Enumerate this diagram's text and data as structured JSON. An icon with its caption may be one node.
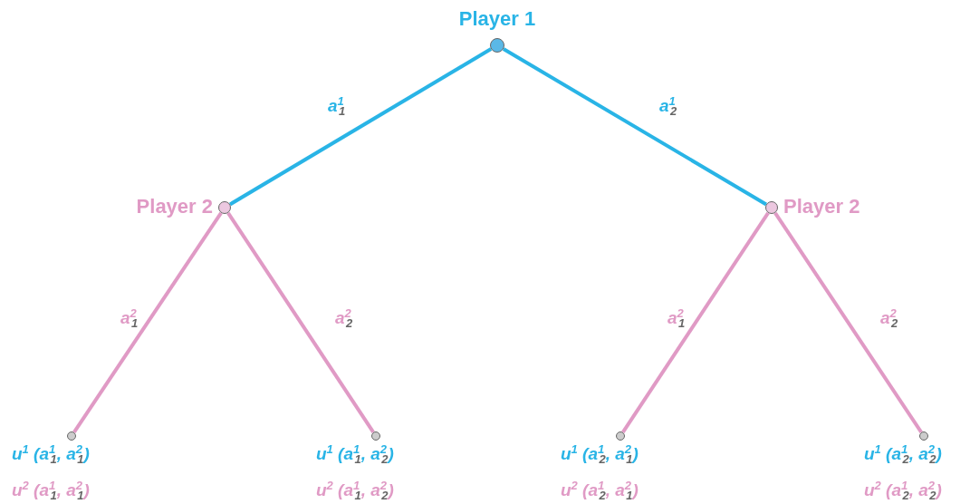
{
  "diagram": {
    "nodes": [
      {
        "text": [
          "Player 1"
        ]
      },
      {
        "text": [
          "Player 2"
        ]
      },
      {
        "text": [
          "Player 2"
        ]
      },
      {
        "text": [],
        "shape": "circle",
        "beside": [
          "u$^{1}$ (a$^{1}$$_{1}$, a$^{2}$$_{1}$)",
          "u$^{2}$ (a$^{1}$$_{1}$, a$^{2}$$_{1}$)"
        ]
      },
      {
        "text": [],
        "shape": "circle",
        "beside": [
          "u$^{1}$ (a$^{1}$$_{1}$, a$^{2}$$_{2}$)",
          "u$^{2}$ (a$^{1}$$_{1}$, a$^{2}$$_{2}$)"
        ]
      },
      {
        "text": [],
        "shape": "circle",
        "beside": [
          "u$^{1}$ (a$^{1}$$_{2}$, a$^{2}$$_{1}$)",
          "u$^{2}$ (a$^{1}$$_{2}$, a$^{2}$$_{1}$)"
        ]
      },
      {
        "text": [],
        "shape": "circle",
        "beside": [
          "u$^{1}$ (a$^{1}$$_{2}$, a$^{2}$$_{2}$)",
          "u$^{2}$ (a$^{1}$$_{2}$, a$^{2}$$_{2}$)"
        ]
      }
    ],
    "edges": [
      {
        "from": 0,
        "to": 1,
        "arrow": "none",
        "label": "a$^{1}$$_{1}$",
        "color": "#29b4e6"
      },
      {
        "from": 0,
        "to": 2,
        "arrow": "none",
        "label": "a$^{1}$$_{2}$",
        "color": "#29b4e6"
      },
      {
        "from": 1,
        "to": 3,
        "arrow": "none",
        "label": "a$^{2}$$_{1}$"
      },
      {
        "from": 1,
        "to": 4,
        "arrow": "none",
        "label": "a$^{2}$$_{2}$"
      },
      {
        "from": 2,
        "to": 5,
        "arrow": "none",
        "label": "a$^{2}$$_{1}$"
      },
      {
        "from": 2,
        "to": 6,
        "arrow": "none",
        "label": "a$^{2}$$_{2}$"
      }
    ]
  }
}
